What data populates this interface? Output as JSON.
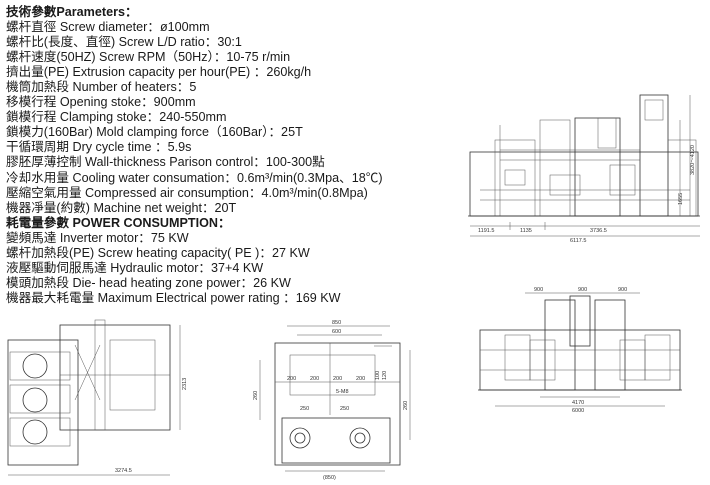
{
  "parameters": {
    "heading": "技術參數Parameters：",
    "lines": [
      "螺杆直徑  Screw diameter：ø100mm",
      "螺杆比(長度、直徑) Screw L/D ratio：30:1",
      "螺杆速度(50HZ) Screw RPM（50Hz）：10-75 r/min",
      "擠出量(PE) Extrusion capacity per hour(PE) ：260kg/h",
      "機筒加熱段  Number of heaters：5",
      "移模行程  Opening stoke：900mm",
      "鎖模行程  Clamping stoke：240-550mm",
      "鎖模力(160Bar) Mold clamping force（160Bar）：25T",
      "干循環周期  Dry cycle time ：5.9s",
      "膠胚厚薄控制  Wall-thickness Parison control：100-300點",
      "冷却水用量  Cooling water consumation：0.6m³/min(0.3Mpa、18℃)",
      "壓縮空氣用量  Compressed air consumption：4.0m³/min(0.8Mpa)",
      "機器凈量(約數) Machine net weight：20T"
    ]
  },
  "power": {
    "heading": "耗電量參數  POWER CONSUMPTION：",
    "lines": [
      "變頻馬達  Inverter motor：75 KW",
      "螺杆加熱段(PE) Screw heating capacity( PE )：27 KW",
      "液壓驅動伺服馬達  Hydraulic motor：37+4 KW",
      "模頭加熱段  Die- head heating zone power：26 KW",
      "機器最大耗電量  Maximum Electrical power rating ：169 KW"
    ]
  },
  "drawings": {
    "side_view": {
      "dims": [
        "1191.5",
        "1135",
        "3736.5",
        "6117.5",
        "1655",
        "3820～4120"
      ]
    },
    "top_view": {
      "dims": [
        "3274.5",
        "2313"
      ]
    },
    "mold_view": {
      "dims": [
        "850",
        "600",
        "200",
        "200",
        "200",
        "200",
        "250",
        "250",
        "260",
        "260",
        "(850)",
        "100",
        "120",
        "5-M8"
      ]
    },
    "front_view": {
      "dims": [
        "900",
        "900",
        "900",
        "4170",
        "6000"
      ]
    }
  }
}
